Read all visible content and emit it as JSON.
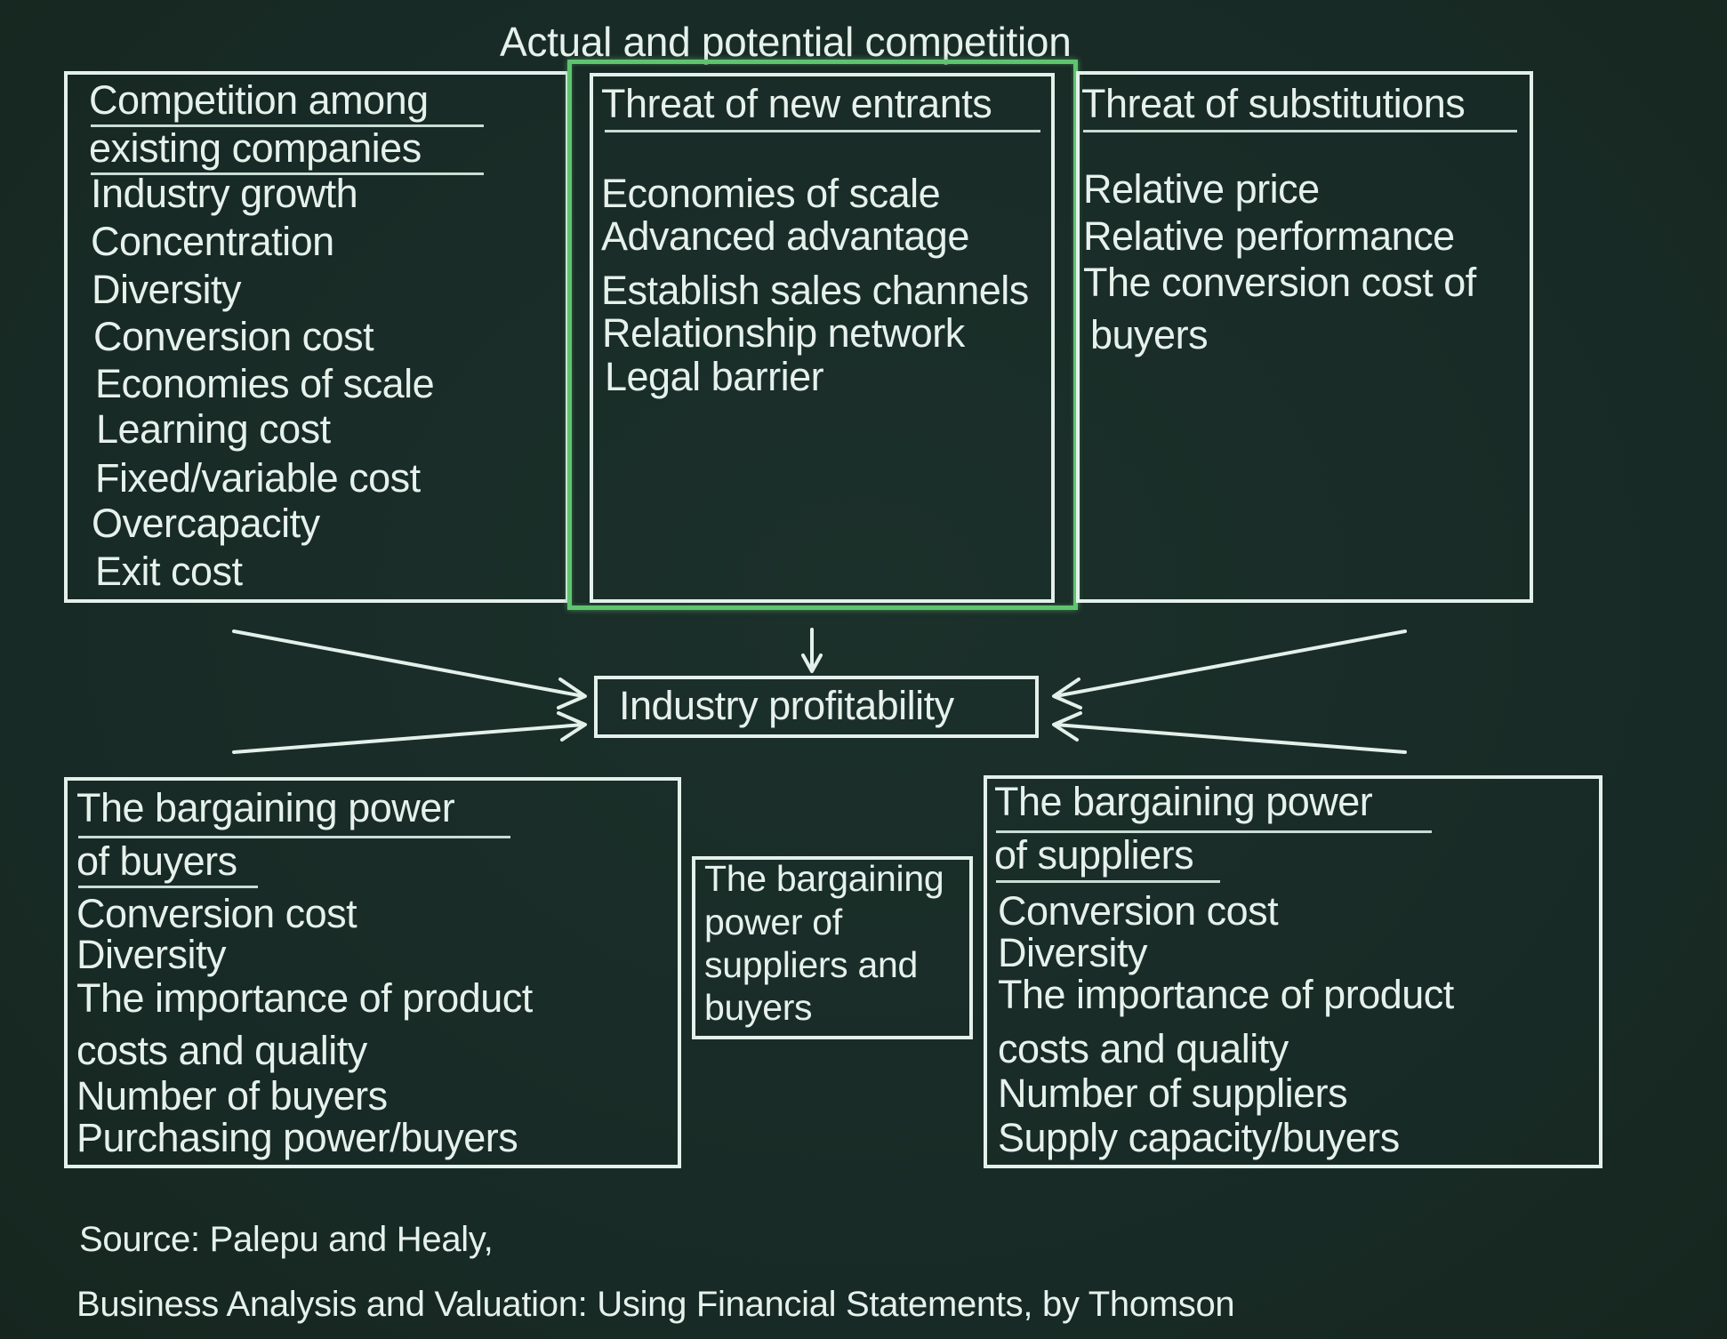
{
  "title": "Actual and potential competition",
  "boxes": {
    "existing_competition": {
      "heading": [
        "Competition among",
        "existing companies"
      ],
      "items": [
        "Industry growth",
        "Concentration",
        "Diversity",
        "Conversion cost",
        "Economies of scale",
        "Learning cost",
        "Fixed/variable cost",
        "Overcapacity",
        "Exit cost"
      ]
    },
    "new_entrants": {
      "heading": "Threat of new entrants",
      "items": [
        "Economies of scale",
        "Advanced advantage",
        "Establish sales channels",
        "Relationship network",
        "Legal barrier"
      ],
      "highlighted": true,
      "highlight_color": "#5fc46f"
    },
    "substitutions": {
      "heading": "Threat of substitutions",
      "items": [
        "Relative price",
        "Relative performance",
        "The conversion cost of",
        "buyers"
      ]
    },
    "center": {
      "label": "Industry profitability"
    },
    "buyers": {
      "heading": [
        "The bargaining power",
        "of buyers"
      ],
      "items": [
        "Conversion cost",
        "Diversity",
        "The importance of product",
        "costs and quality",
        "Number of buyers",
        "Purchasing power/buyers"
      ]
    },
    "middle": {
      "lines": [
        "The bargaining",
        "power of",
        "suppliers and",
        "buyers"
      ]
    },
    "suppliers": {
      "heading": [
        "The bargaining power",
        "of suppliers"
      ],
      "items": [
        "Conversion cost",
        "Diversity",
        "The importance of product",
        "costs and quality",
        "Number of suppliers",
        "Supply capacity/buyers"
      ]
    }
  },
  "source": {
    "line1": "Source: Palepu and Healy,",
    "line2": "Business Analysis and Valuation: Using Financial Statements, by Thomson"
  },
  "colors": {
    "background": "#1a2e29",
    "foreground": "#e6f1ec",
    "highlight": "#5fc46f"
  }
}
